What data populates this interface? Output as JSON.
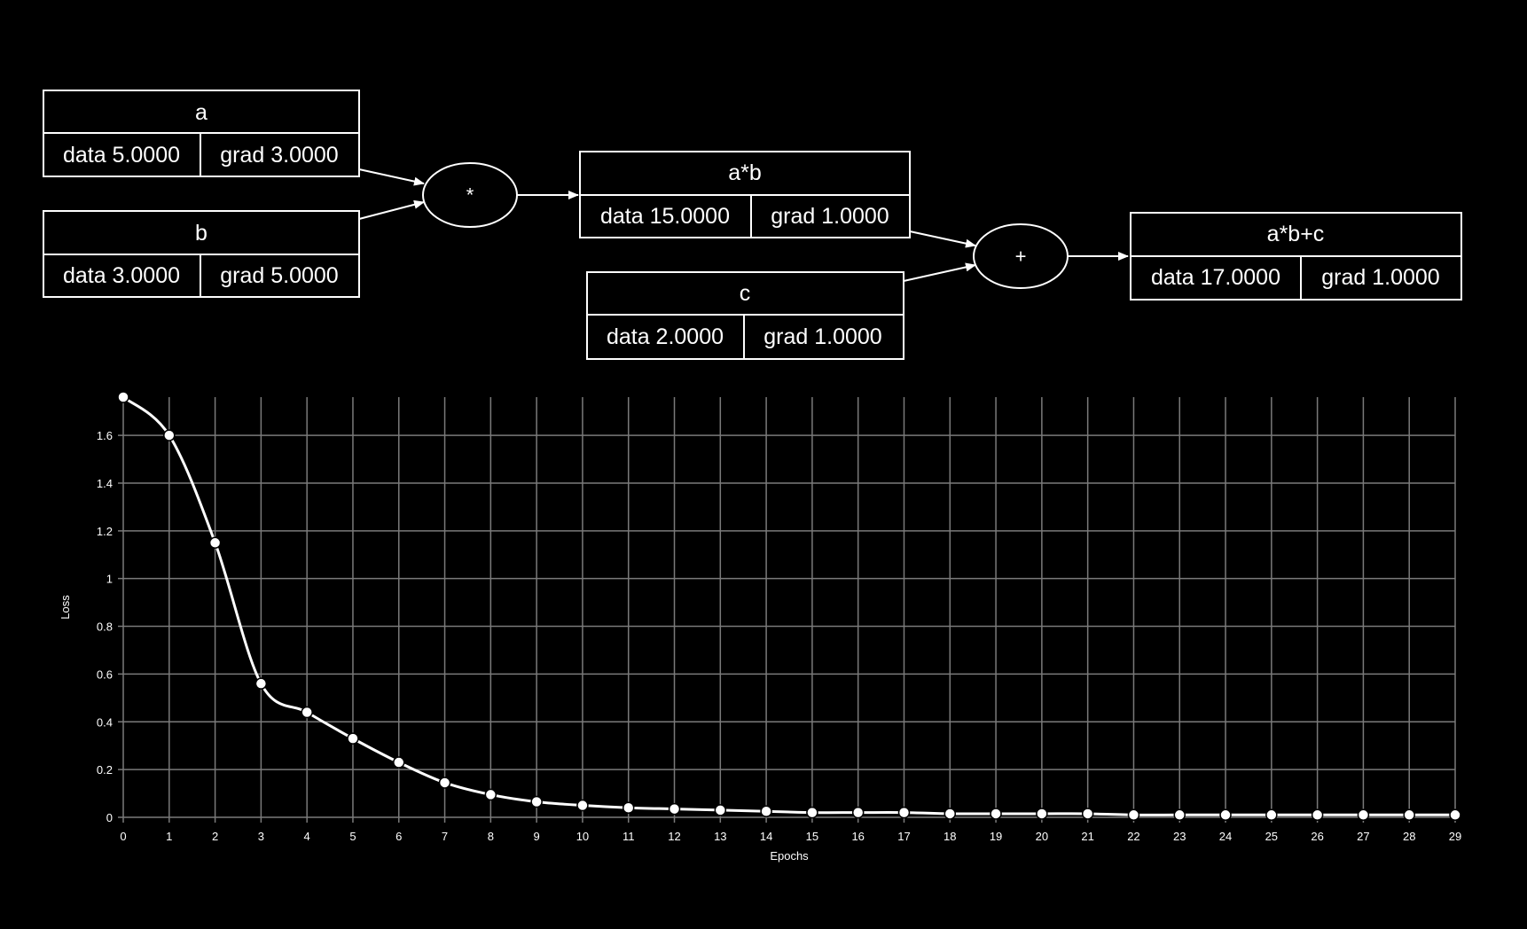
{
  "colors": {
    "background": "#000000",
    "foreground": "#ffffff",
    "grid": "#7a7a7a"
  },
  "graph": {
    "nodes": [
      {
        "id": "a",
        "label": "a",
        "data": "data 5.0000",
        "grad": "grad 3.0000"
      },
      {
        "id": "b",
        "label": "b",
        "data": "data 3.0000",
        "grad": "grad 5.0000"
      },
      {
        "id": "ab",
        "label": "a*b",
        "data": "data 15.0000",
        "grad": "grad 1.0000"
      },
      {
        "id": "c",
        "label": "c",
        "data": "data 2.0000",
        "grad": "grad 1.0000"
      },
      {
        "id": "abc",
        "label": "a*b+c",
        "data": "data 17.0000",
        "grad": "grad 1.0000"
      }
    ],
    "ops": [
      {
        "id": "mul",
        "label": "*"
      },
      {
        "id": "add",
        "label": "+"
      }
    ],
    "edges": [
      {
        "from": "a",
        "to": "mul"
      },
      {
        "from": "b",
        "to": "mul"
      },
      {
        "from": "mul",
        "to": "ab"
      },
      {
        "from": "ab",
        "to": "add"
      },
      {
        "from": "c",
        "to": "add"
      },
      {
        "from": "add",
        "to": "abc"
      }
    ]
  },
  "chart_data": {
    "type": "line",
    "xlabel": "Epochs",
    "ylabel": "Loss",
    "x": [
      0,
      1,
      2,
      3,
      4,
      5,
      6,
      7,
      8,
      9,
      10,
      11,
      12,
      13,
      14,
      15,
      16,
      17,
      18,
      19,
      20,
      21,
      22,
      23,
      24,
      25,
      26,
      27,
      28,
      29
    ],
    "series": [
      {
        "values": [
          1.76,
          1.6,
          1.15,
          0.56,
          0.44,
          0.33,
          0.23,
          0.145,
          0.095,
          0.065,
          0.05,
          0.04,
          0.035,
          0.03,
          0.025,
          0.02,
          0.02,
          0.02,
          0.015,
          0.015,
          0.015,
          0.015,
          0.01,
          0.01,
          0.01,
          0.01,
          0.01,
          0.01,
          0.01,
          0.01
        ]
      }
    ],
    "xticks": [
      "0",
      "1",
      "2",
      "3",
      "4",
      "5",
      "6",
      "7",
      "8",
      "9",
      "10",
      "11",
      "12",
      "13",
      "14",
      "15",
      "16",
      "17",
      "18",
      "19",
      "20",
      "21",
      "22",
      "23",
      "24",
      "25",
      "26",
      "27",
      "28",
      "29"
    ],
    "yticks": [
      "0",
      "0.2",
      "0.4",
      "0.6",
      "0.8",
      "1",
      "1.2",
      "1.4",
      "1.6"
    ],
    "ylim": [
      0,
      1.76
    ],
    "xlim": [
      0,
      29
    ],
    "grid": true,
    "markers": true,
    "smooth": true
  }
}
